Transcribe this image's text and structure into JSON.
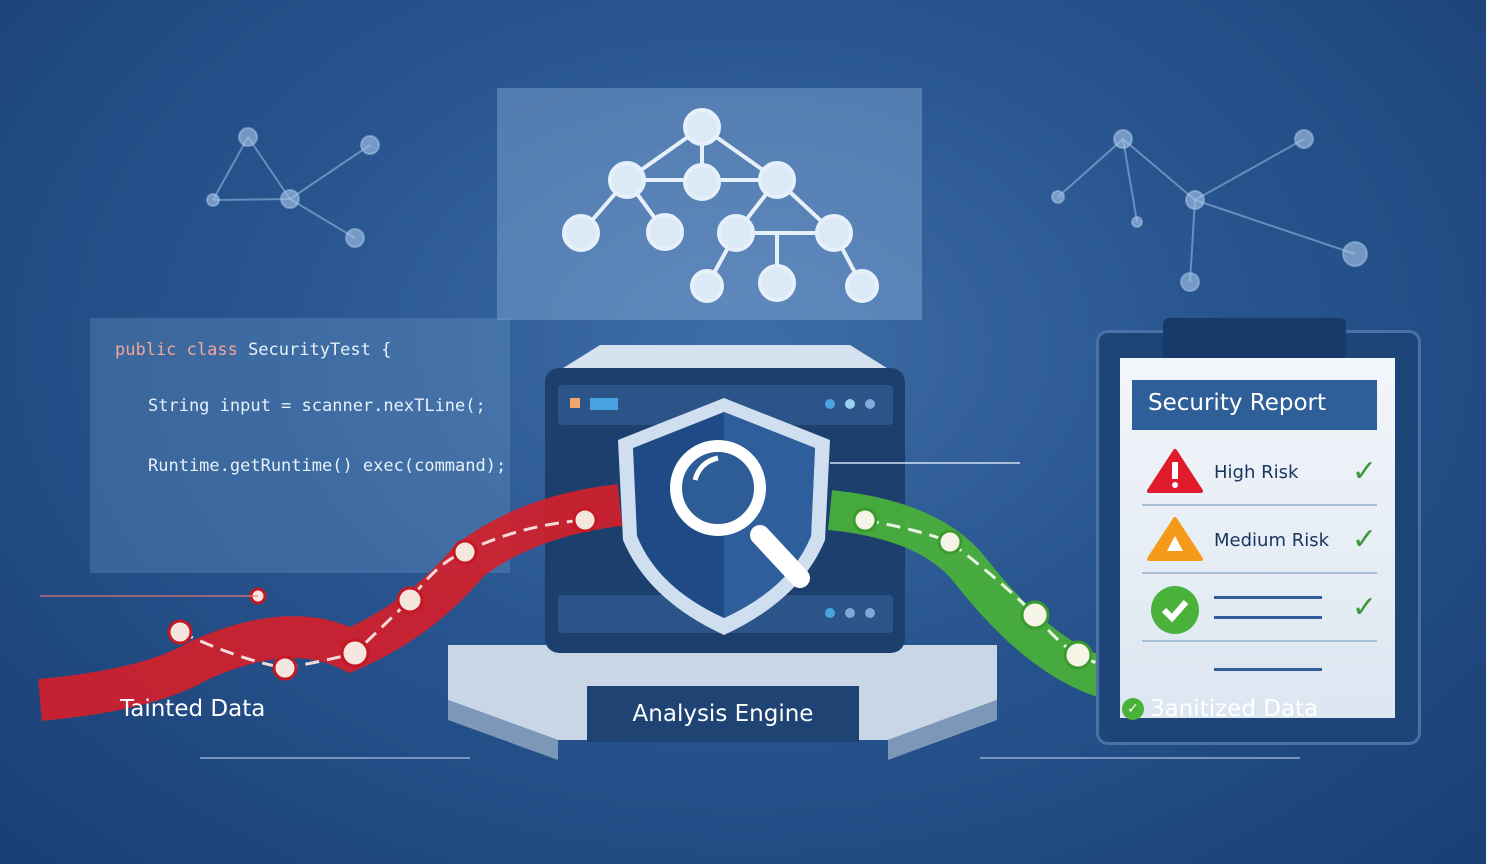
{
  "code": {
    "line1_kw": "public class",
    "line1_rest": " SecurityTest {",
    "line2": "String input = scanner.nexTLine(;",
    "line3": "Runtime.getRuntime() exec(command);"
  },
  "engine": {
    "label": "Analysis Engine"
  },
  "flows": {
    "tainted": "Tainted Data",
    "sanitized": "3anitized Data"
  },
  "report": {
    "title": "Security Report",
    "items": [
      {
        "label": "High Risk",
        "status": "check"
      },
      {
        "label": "Medium Risk",
        "status": "check"
      },
      {
        "label": "",
        "status": "check"
      }
    ]
  },
  "colors": {
    "tainted": "#d21f2b",
    "sanitized": "#4ab23a",
    "panel": "#2f5f98"
  }
}
